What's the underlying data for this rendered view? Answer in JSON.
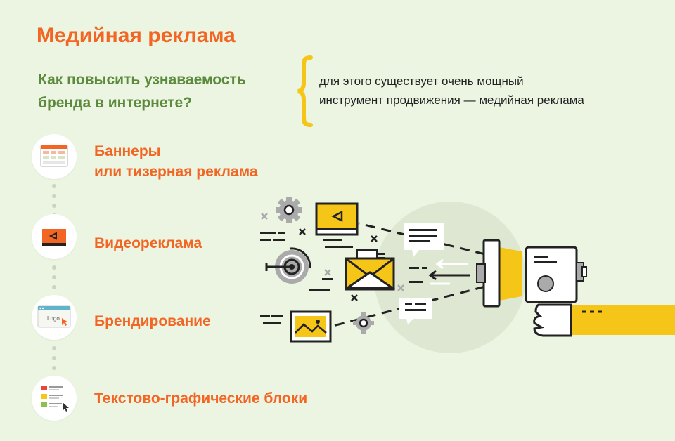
{
  "title": "Медийная реклама",
  "question": {
    "line1": "Как повысить узнаваемость",
    "line2": "бренда в интернете?"
  },
  "answer": {
    "line1": "для этого существует очень мощный",
    "line2": "инструмент продвижения — медийная реклама"
  },
  "items": [
    {
      "line1": "Баннеры",
      "line2": "или тизерная реклама",
      "icon": "banner-grid-icon"
    },
    {
      "line1": "Видеореклама",
      "icon": "video-player-icon"
    },
    {
      "line1": "Брендирование",
      "icon": "browser-logo-icon"
    },
    {
      "line1": "Текстово-графические блоки",
      "icon": "text-graphic-list-icon"
    }
  ],
  "icons": {
    "logo_text": "Logo"
  },
  "colors": {
    "background": "#ecf4e2",
    "accent_orange": "#f26522",
    "accent_green": "#5c8a3c",
    "accent_yellow": "#f5c518",
    "dark": "#222222"
  }
}
